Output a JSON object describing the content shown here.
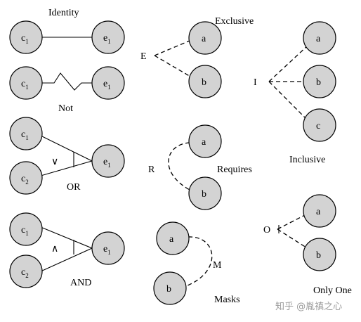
{
  "labels": {
    "identity": "Identity",
    "not": "Not",
    "or": "OR",
    "and": "AND",
    "exclusive": "Exclusive",
    "requires": "Requires",
    "masks": "Masks",
    "inclusive": "Inclusive",
    "only_one": "Only One"
  },
  "symbols": {
    "or": "∨",
    "and": "∧",
    "E": "E",
    "R": "R",
    "M": "M",
    "I": "I",
    "O": "O"
  },
  "nodes": {
    "c": "c",
    "e": "e",
    "sub1": "1",
    "sub2": "2",
    "a": "a",
    "b": "b",
    "cc": "c"
  },
  "watermark": "知乎 @胤禛之心"
}
